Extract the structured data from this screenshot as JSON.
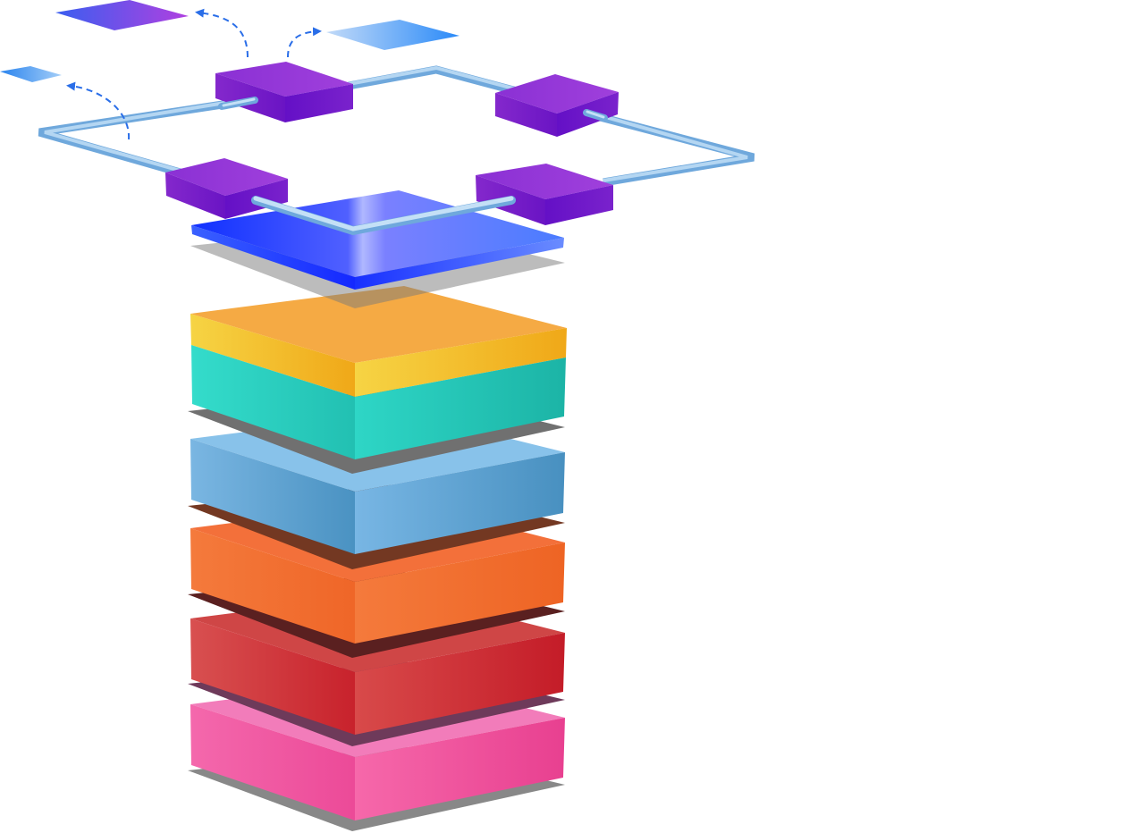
{
  "diagram": {
    "layers": [
      {
        "id": "layer-pink",
        "colors": {
          "top": "#f07ab8",
          "left": "#f064a8",
          "right": "#ec4a98"
        }
      },
      {
        "id": "layer-red",
        "colors": {
          "top": "#cf4444",
          "left": "#d84a4a",
          "right": "#c8222c"
        }
      },
      {
        "id": "layer-orange",
        "colors": {
          "top": "#f36e36",
          "left": "#f47a3c",
          "right": "#ef6a2a"
        }
      },
      {
        "id": "layer-blue",
        "colors": {
          "top": "#86c0e8",
          "left": "#7ab4e0",
          "right": "#4a94c4"
        }
      },
      {
        "id": "layer-teal-gold",
        "colors": {
          "top": "#f5a840",
          "gold_left": "#f6d040",
          "gold_right": "#f0aa18",
          "left": "#2ed8c8",
          "right": "#1fb8aa"
        }
      },
      {
        "id": "layer-glass-blue",
        "colors": {
          "top": "#7a80ff",
          "left": "#1428ff",
          "right": "#5a82ff"
        }
      }
    ],
    "network": {
      "ring_color": "#a8d0f0",
      "node_colors": {
        "top": "#9a36d8",
        "left": "#7a1ec8",
        "right": "#6a10c8"
      },
      "nodes": [
        "node-top",
        "node-right",
        "node-left",
        "node-front"
      ],
      "floating_tiles": [
        {
          "id": "tile-purple",
          "colors": [
            "#3a5ef0",
            "#b040e0"
          ]
        },
        {
          "id": "tile-light-blue",
          "colors": [
            "#b8d4fa",
            "#2a8cf8"
          ]
        },
        {
          "id": "tile-small-blue",
          "colors": [
            "#2a88f0",
            "#9ccaf8"
          ]
        }
      ],
      "arrow_color": "#2a6ee8"
    }
  }
}
